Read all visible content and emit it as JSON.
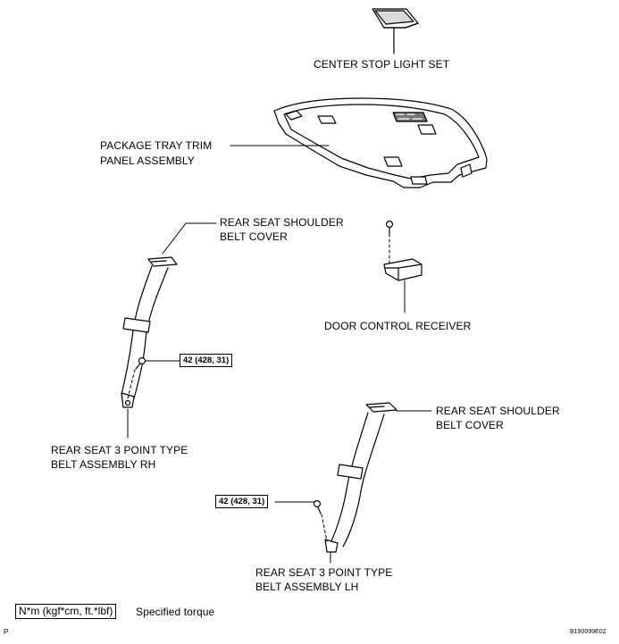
{
  "labels": {
    "center_stop_light": "CENTER STOP LIGHT SET",
    "package_tray_line1": "PACKAGE TRAY TRIM",
    "package_tray_line2": "PANEL ASSEMBLY",
    "shoulder_cover_rh_line1": "REAR SEAT SHOULDER",
    "shoulder_cover_rh_line2": "BELT COVER",
    "door_control_receiver": "DOOR CONTROL RECEIVER",
    "belt_rh_line1": "REAR SEAT 3 POINT TYPE",
    "belt_rh_line2": "BELT ASSEMBLY RH",
    "shoulder_cover_lh_line1": "REAR SEAT SHOULDER",
    "shoulder_cover_lh_line2": "BELT COVER",
    "belt_lh_line1": "REAR SEAT 3 POINT TYPE",
    "belt_lh_line2": "BELT ASSEMBLY LH"
  },
  "torque": {
    "rh": "42 (428, 31)",
    "lh": "42 (428, 31)"
  },
  "legend": {
    "unit": "N*m (kgf*cm, ft.*lbf)",
    "description": "Specified torque"
  },
  "footer": {
    "left_mark": "P",
    "figure_id": "B190099E02"
  }
}
